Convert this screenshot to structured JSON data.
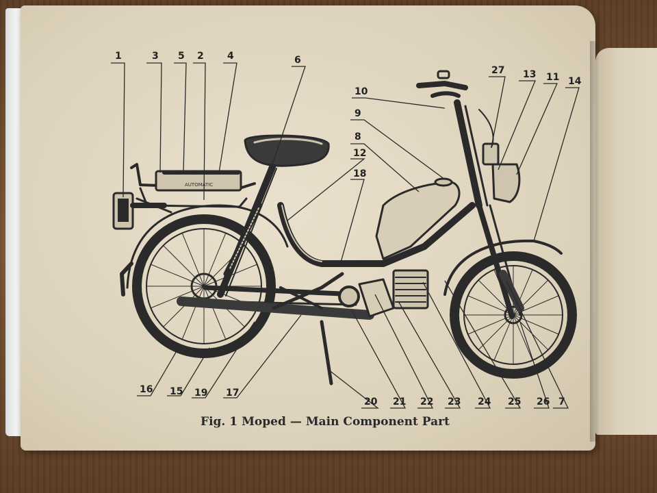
{
  "figure": {
    "number": "Fig. 1",
    "title": "Moped",
    "dash": "—",
    "subtitle": "Main Component Part"
  },
  "seat_pack_text": "AUTOMATIC",
  "callouts": [
    "1",
    "3",
    "5",
    "2",
    "4",
    "6",
    "10",
    "9",
    "8",
    "12",
    "18",
    "27",
    "13",
    "11",
    "14",
    "16",
    "15",
    "19",
    "17",
    "20",
    "21",
    "22",
    "23",
    "24",
    "25",
    "26",
    "7"
  ],
  "colors": {
    "paper": "#e4dac5",
    "ink": "#2a2a2a",
    "wood": "#6b4a2e"
  }
}
